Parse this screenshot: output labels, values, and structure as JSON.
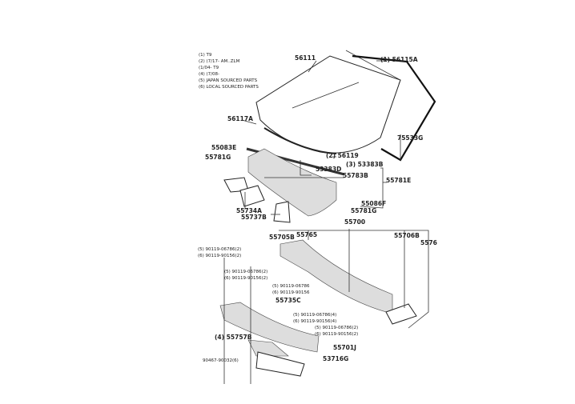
{
  "legend": [
    "(1) T9",
    "(2) (7/17-   AM..ZLM",
    "      (1/04-   T9",
    "(4) (7/08-",
    "(5) JAPAN SOURCED PARTS",
    "(6) LOCAL SOURCED PARTS"
  ],
  "labels": {
    "p56111": "56111",
    "p56115a": "(1) 56115A",
    "p56117a": "56117A",
    "p75533g": "75533G",
    "p55083e": "55083E",
    "p55781g_a": "55781G",
    "p56119": "(2) 56119",
    "p53383b": "(3) 53383B",
    "p53383d": "53383D",
    "p55783b": "55783B",
    "p55781e": "55781E",
    "p55086f": "55086F",
    "p55781g_b": "55781G",
    "p55734a": "55734A",
    "p55737b": "55737B",
    "p55700": "55700",
    "p55705b": "55705B",
    "p55765": "55765",
    "p55706b": "55706B",
    "p5576x": "5576",
    "b1a": "(5) 90119-06786(2)",
    "b1b": "(6) 90119-90156(2)",
    "b2a": "(5) 90119-06786(2)",
    "b2b": "(6) 90119-90156(2)",
    "b3a": "(5) 90119-06786",
    "b3b": "(6) 90119-90156",
    "p55735c": "55735C",
    "b4a": "(5) 90119-06786(4)",
    "b4b": "(6) 90119-90156(4)",
    "b5a": "(5) 90119-06786(2)",
    "b5b": "(6) 90119-90156(2)",
    "p55757b": "(4) 55757B",
    "p55701j": "55701J",
    "p90467": "90467-90032(6)",
    "p53716g": "53716G"
  }
}
